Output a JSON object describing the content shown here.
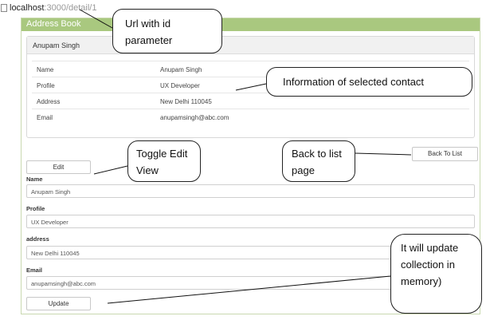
{
  "browser": {
    "url_host": "localhost",
    "url_rest": ":3000/detail/1"
  },
  "app": {
    "title": "Address Book"
  },
  "detail": {
    "title": "Anupam Singh",
    "rows": [
      {
        "key": "Name",
        "value": "Anupam Singh"
      },
      {
        "key": "Profile",
        "value": "UX Developer"
      },
      {
        "key": "Address",
        "value": "New Delhi 110045"
      },
      {
        "key": "Email",
        "value": "anupamsingh@abc.com"
      }
    ]
  },
  "buttons": {
    "back": "Back To List",
    "edit": "Edit",
    "update": "Update"
  },
  "form": {
    "name_label": "Name",
    "name_value": "Anupam Singh",
    "profile_label": "Profile",
    "profile_value": "UX Developer",
    "address_label": "address",
    "address_value": "New Delhi 110045",
    "email_label": "Email",
    "email_value": "anupamsingh@abc.com"
  },
  "callouts": {
    "url": [
      "Url with id",
      "parameter"
    ],
    "info": [
      "Information of selected contact"
    ],
    "edit": [
      "Toggle Edit",
      "View"
    ],
    "back": [
      "Back to list",
      "page"
    ],
    "update": [
      "It will update",
      "collection in",
      "memory)"
    ]
  }
}
